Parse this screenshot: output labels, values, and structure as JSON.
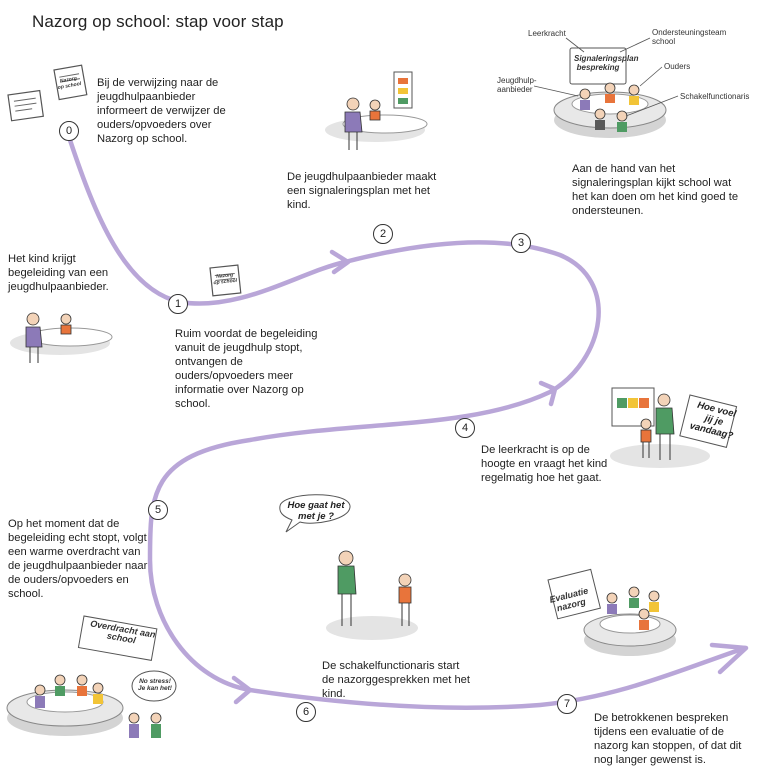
{
  "title": "Nazorg op school: stap voor stap",
  "steps": {
    "s0": "Bij de verwijzing naar de jeugdhulpaanbieder informeert de verwijzer de ouders/opvoeders over Nazorg op school.",
    "kind": "Het kind krijgt begeleiding van een jeugdhulpaanbieder.",
    "s1": "Ruim voordat de begeleiding vanuit de jeugdhulp stopt, ontvangen de ouders/opvoeders meer informatie over Nazorg op school.",
    "s2": "De jeugdhulpaanbieder maakt een signaleringsplan met het kind.",
    "s3": "Aan de hand van het signaleringsplan kijkt school wat het kan doen om het kind goed te ondersteunen.",
    "s4": "De leerkracht is op de hoogte en vraagt het kind regelmatig hoe het gaat.",
    "s5": "Op het moment dat de begeleiding echt stopt, volgt een warme overdracht van de jeugdhulpaanbieder naar de ouders/opvoeders en school.",
    "s6": "De schakelfunctionaris start de nazorggesprekken met het kind.",
    "s7": "De betrokkenen bespreken tijdens een evaluatie of de nazorg kan stoppen, of dat dit nog langer gewenst is."
  },
  "badges": [
    "0",
    "1",
    "2",
    "3",
    "4",
    "5",
    "6",
    "7"
  ],
  "roles": {
    "leerkracht": "Leerkracht",
    "ondersteuningsteam": "Ondersteuningsteam school",
    "ouders": "Ouders",
    "jeugdhulp": "Jeugdhulp-aanbieder",
    "schakel": "Schakelfunctionaris",
    "board": "Signaleringsplan bespreking"
  },
  "speech": {
    "hoe_gaat": "Hoe gaat het met je ?",
    "hoe_voel": "Hoe voel jij je vandaag?",
    "overdracht": "Overdracht aan school",
    "no_stress": "No stress! Je kan het!",
    "evaluatie": "Evaluatie nazorg",
    "doc": "Nazorg op school"
  },
  "colors": {
    "path": "#b9a6d8",
    "table": "#e4e4e4",
    "purple": "#8c7ab8",
    "green": "#4f9b63",
    "orange": "#e8743b",
    "yellow": "#f2c437"
  }
}
